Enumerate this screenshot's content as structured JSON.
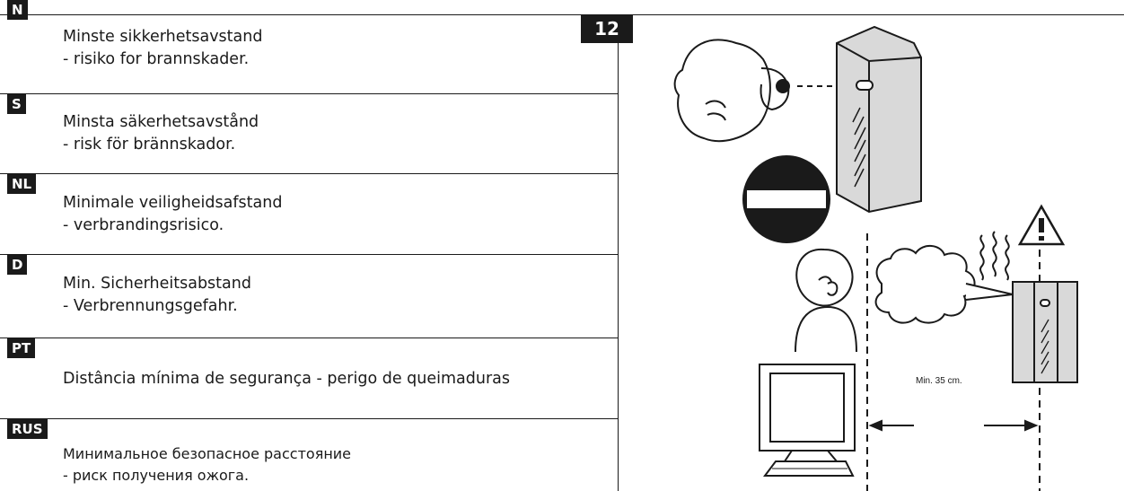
{
  "page_number": "12",
  "sections": [
    {
      "code": "N",
      "title": "Minste sikkerhetsavstand",
      "subtitle": "- risiko for brannskader."
    },
    {
      "code": "S",
      "title": "Minsta säkerhetsavstånd",
      "subtitle": "- risk för brännskador."
    },
    {
      "code": "NL",
      "title": "Minimale veiligheidsafstand",
      "subtitle": "- verbrandingsrisico."
    },
    {
      "code": "D",
      "title": "Min. Sicherheitsabstand",
      "subtitle": "- Verbrennungsgefahr."
    },
    {
      "code": "PT",
      "title": "Distância mínima de segurança - perigo de queimaduras",
      "subtitle": ""
    },
    {
      "code": "RUS",
      "title": "Минимальное безопасное расстояние",
      "subtitle": "- риск получения ожога."
    }
  ],
  "illustration": {
    "distance_label": "Min. 35 cm.",
    "warning_symbol": "!",
    "icons": [
      "face-icon",
      "heater-icon",
      "no-entry-icon",
      "person-icon",
      "computer-icon",
      "warning-icon",
      "heat-waves-icon"
    ]
  }
}
